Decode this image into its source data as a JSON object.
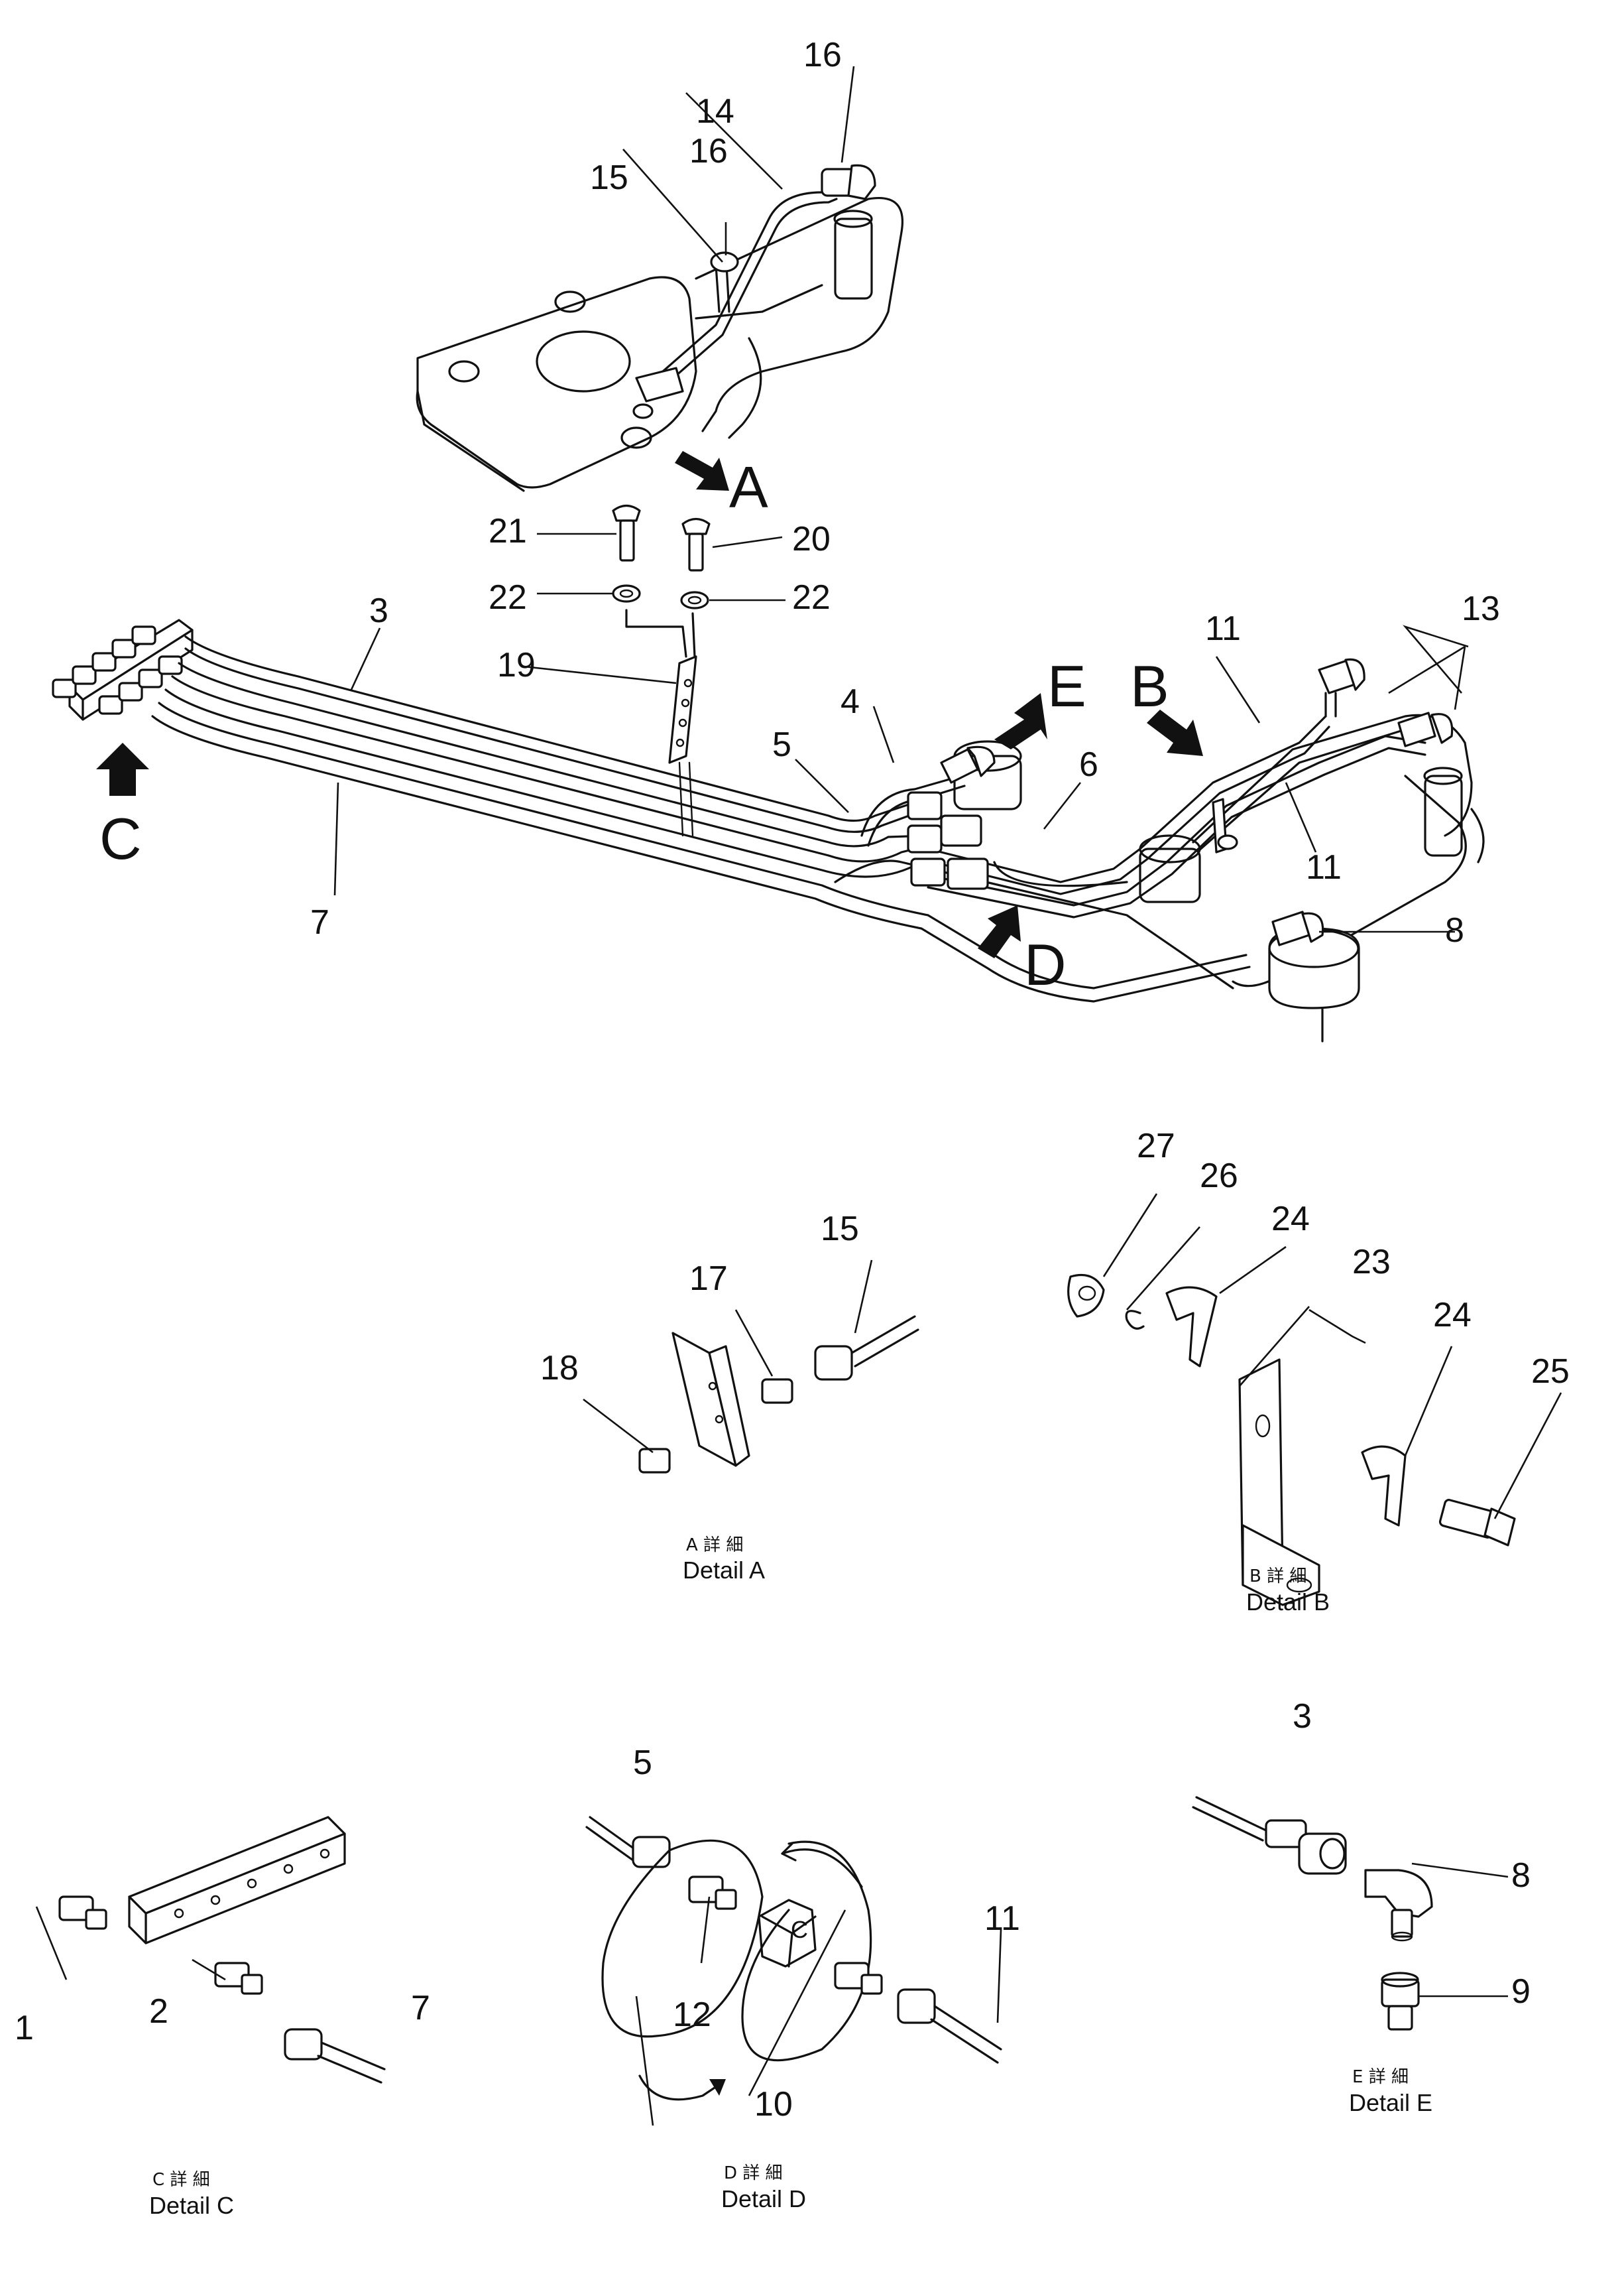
{
  "callouts": [
    "1",
    "2",
    "3",
    "4",
    "5",
    "6",
    "7",
    "8",
    "9",
    "10",
    "11",
    "12",
    "13",
    "14",
    "15",
    "16",
    "17",
    "18",
    "19",
    "20",
    "21",
    "22",
    "23",
    "24",
    "25",
    "26",
    "27"
  ],
  "view_letters": [
    "A",
    "B",
    "C",
    "D",
    "E"
  ],
  "details": {
    "a": {
      "jp": "A 詳 細",
      "en": "Detail A"
    },
    "b": {
      "jp": "B 詳 細",
      "en": "Detail B"
    },
    "c": {
      "jp": "C 詳 細",
      "en": "Detail C"
    },
    "d": {
      "jp": "D 詳 細",
      "en": "Detail D"
    },
    "e": {
      "jp": "E 詳 細",
      "en": "Detail E"
    }
  },
  "block_letter": "C"
}
